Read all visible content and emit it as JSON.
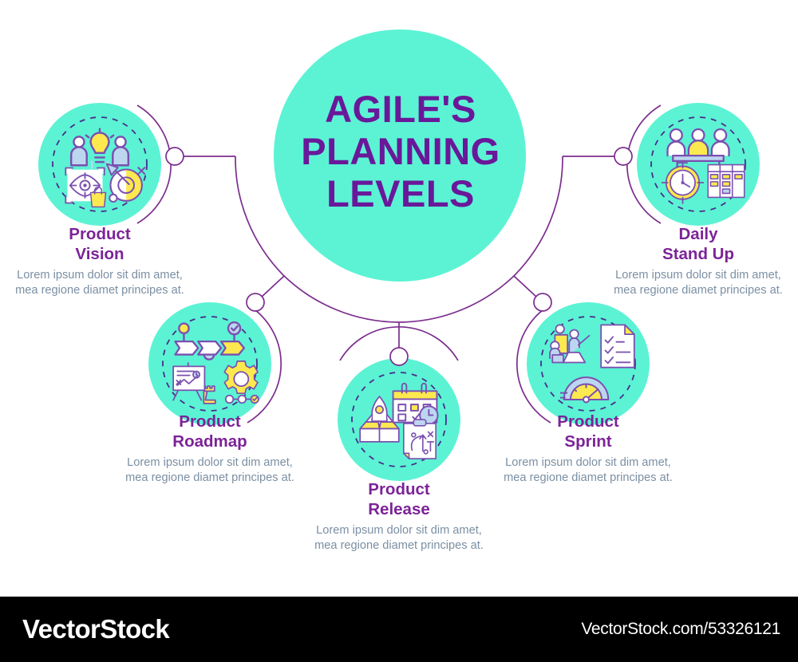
{
  "colors": {
    "teal": "#5bf3d4",
    "title_purple": "#6a189a",
    "heading_purple": "#7c2397",
    "body_grey": "#7b8fa3",
    "line_purple": "#7b2d8e",
    "icon_outline": "#7b4fb0",
    "icon_yellow": "#fbe94f",
    "icon_blue": "#bcd6f0",
    "white": "#ffffff",
    "footer_bg": "#000000"
  },
  "hub": {
    "title": "AGILE'S\nPLANNING\nLEVELS"
  },
  "nodes": [
    {
      "id": "product-vision",
      "title": "Product\nVision",
      "description": "Lorem ipsum dolor sit dim amet, mea regione diamet principes at.",
      "icons": [
        "team-idea-icon",
        "vision-eye-target-icon",
        "market-target-icon"
      ]
    },
    {
      "id": "product-roadmap",
      "title": "Product\nRoadmap",
      "description": "Lorem ipsum dolor sit dim amet, mea regione diamet principes at.",
      "icons": [
        "milestone-flags-icon",
        "presentation-board-icon",
        "gear-process-icon"
      ]
    },
    {
      "id": "product-release",
      "title": "Product\nRelease",
      "description": "Lorem ipsum dolor sit dim amet, mea regione diamet principes at.",
      "icons": [
        "rocket-launch-box-icon",
        "calendar-clock-icon",
        "strategy-clipboard-icon"
      ]
    },
    {
      "id": "product-sprint",
      "title": "Product\nSprint",
      "description": "Lorem ipsum dolor sit dim amet, mea regione diamet principes at.",
      "icons": [
        "team-work-icon",
        "checklist-document-icon",
        "speedometer-icon"
      ]
    },
    {
      "id": "daily-stand-up",
      "title": "Daily\nStand Up",
      "description": "Lorem ipsum dolor sit dim amet, mea regione diamet principes at.",
      "icons": [
        "meeting-team-icon",
        "stopwatch-icon",
        "kanban-board-icon"
      ]
    }
  ],
  "footer": {
    "brand": "VectorStock",
    "url": "VectorStock.com/53326121"
  }
}
